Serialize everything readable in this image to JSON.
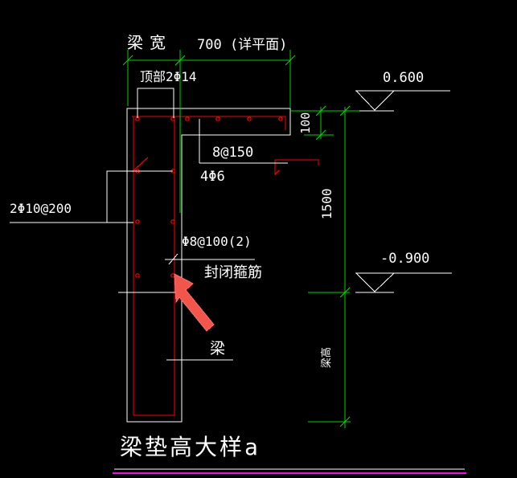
{
  "colors": {
    "background": "#000000",
    "structure_line": "#ffffff",
    "rebar_red": "#ff0000",
    "dimension_green": "#00d400",
    "annotation_arrow_red": "#f25549",
    "title_underline_magenta": "#ff00ff"
  },
  "top_dimensions": {
    "beam_width_label": "梁宽",
    "slab_width": "700 (详平面)",
    "top_rebar_callout": "顶部2Φ14"
  },
  "left_annotations": {
    "wall_rebar_callout": "2Φ10@200"
  },
  "center_annotations": {
    "slab_rebar_callout": "8@150",
    "hanger_rebar_callout": "4Φ6",
    "stirrup_callout": "Φ8@100(2)",
    "stirrup_note": "封闭箍筋",
    "beam_label": "梁"
  },
  "right_dimensions": {
    "elevation_top": "0.600",
    "elevation_bottom": "-0.900",
    "slab_thickness": "100",
    "wall_height": "1500",
    "beam_height_label": "梁高"
  },
  "title": "梁垫高大样a"
}
